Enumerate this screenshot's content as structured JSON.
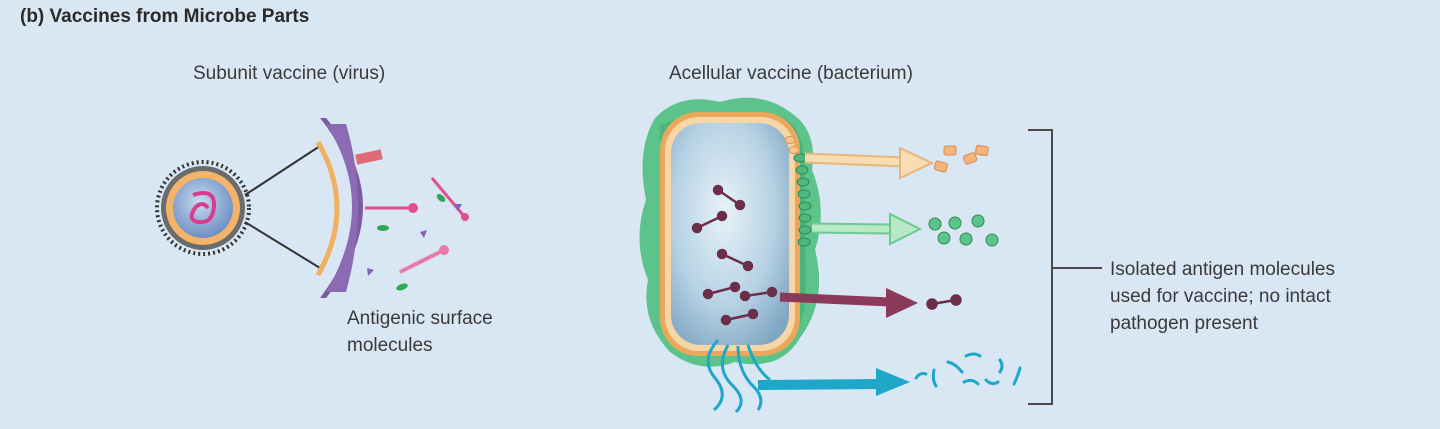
{
  "figure": {
    "heading": "(b) Vaccines from Microbe Parts",
    "subunit": {
      "title": "Subunit vaccine (virus)",
      "annotation_lines": [
        "Antigenic surface",
        "molecules"
      ]
    },
    "acellular": {
      "title": "Acellular vaccine (bacterium)"
    },
    "result": {
      "lines": [
        "Isolated antigen molecules",
        "used for vaccine; no intact",
        "pathogen present"
      ]
    }
  },
  "colors": {
    "background": "#d9e6f3",
    "capsule": "#5cc48a",
    "cell_wall": "#f0c48a",
    "cytoplasm": "#a9c8dd",
    "envelope": "#7a5aa0",
    "arrow_tan": "#f4d3a3",
    "arrow_green": "#a8e0b8",
    "arrow_maroon": "#8b3a5c",
    "arrow_cyan": "#1ea7c9"
  }
}
